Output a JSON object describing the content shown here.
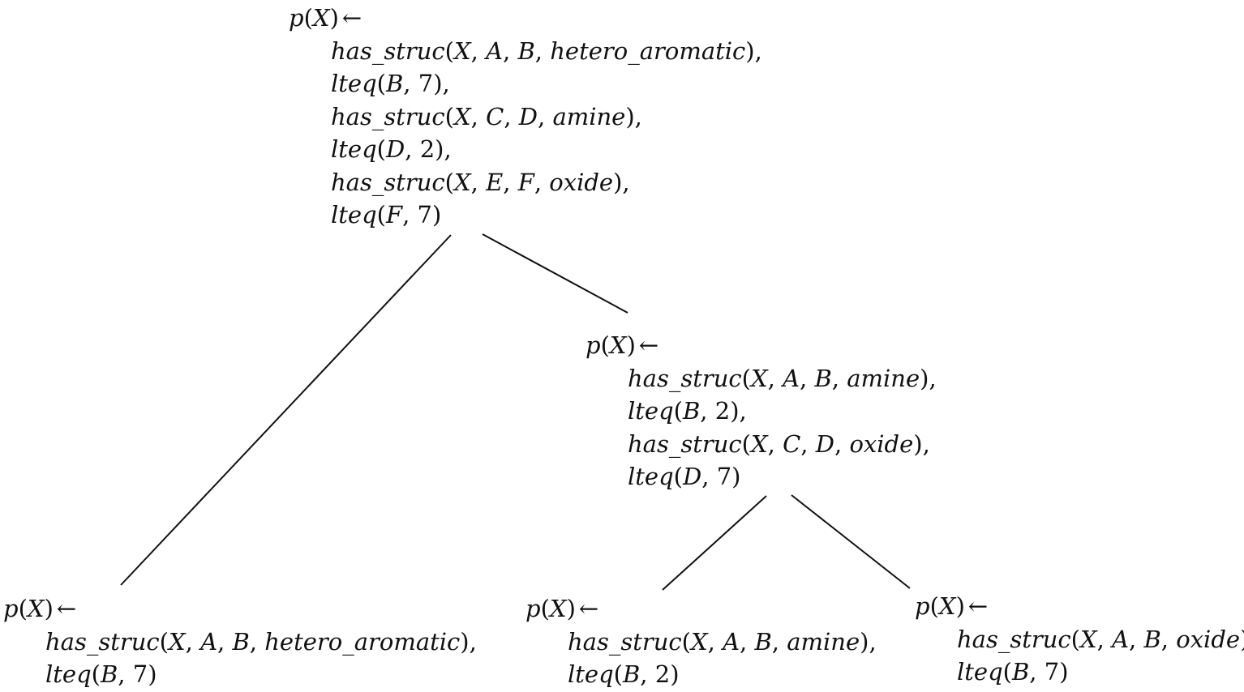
{
  "diagram": {
    "nodes": [
      {
        "id": "root",
        "head": {
          "pred": "p",
          "args": "X",
          "arrow": "←"
        },
        "body": [
          {
            "pred": "has_struc",
            "args": [
              "X",
              "A",
              "B",
              "hetero_aromatic"
            ],
            "trail": "),"
          },
          {
            "pred": "lteq",
            "args": [
              "B",
              "7"
            ],
            "trail": "),"
          },
          {
            "pred": "has_struc",
            "args": [
              "X",
              "C",
              "D",
              "amine"
            ],
            "trail": "),"
          },
          {
            "pred": "lteq",
            "args": [
              "D",
              "2"
            ],
            "trail": "),"
          },
          {
            "pred": "has_struc",
            "args": [
              "X",
              "E",
              "F",
              "oxide"
            ],
            "trail": "),"
          },
          {
            "pred": "lteq",
            "args": [
              "F",
              "7"
            ],
            "trail": ")"
          }
        ]
      },
      {
        "id": "middle",
        "head": {
          "pred": "p",
          "args": "X",
          "arrow": "←"
        },
        "body": [
          {
            "pred": "has_struc",
            "args": [
              "X",
              "A",
              "B",
              "amine"
            ],
            "trail": "),"
          },
          {
            "pred": "lteq",
            "args": [
              "B",
              "2"
            ],
            "trail": "),"
          },
          {
            "pred": "has_struc",
            "args": [
              "X",
              "C",
              "D",
              "oxide"
            ],
            "trail": "),"
          },
          {
            "pred": "lteq",
            "args": [
              "D",
              "7"
            ],
            "trail": ")"
          }
        ]
      },
      {
        "id": "left",
        "head": {
          "pred": "p",
          "args": "X",
          "arrow": "←"
        },
        "body": [
          {
            "pred": "has_struc",
            "args": [
              "X",
              "A",
              "B",
              "hetero_aromatic"
            ],
            "trail": "),"
          },
          {
            "pred": "lteq",
            "args": [
              "B",
              "7"
            ],
            "trail": ")"
          }
        ]
      },
      {
        "id": "bottom-middle",
        "head": {
          "pred": "p",
          "args": "X",
          "arrow": "←"
        },
        "body": [
          {
            "pred": "has_struc",
            "args": [
              "X",
              "A",
              "B",
              "amine"
            ],
            "trail": "),"
          },
          {
            "pred": "lteq",
            "args": [
              "B",
              "2"
            ],
            "trail": ")"
          }
        ]
      },
      {
        "id": "bottom-right",
        "head": {
          "pred": "p",
          "args": "X",
          "arrow": "←"
        },
        "body": [
          {
            "pred": "has_struc",
            "args": [
              "X",
              "A",
              "B",
              "oxide"
            ],
            "trail": "),"
          },
          {
            "pred": "lteq",
            "args": [
              "B",
              "7"
            ],
            "trail": ")"
          }
        ]
      }
    ],
    "edges": [
      {
        "from": "root",
        "to": "left"
      },
      {
        "from": "root",
        "to": "middle"
      },
      {
        "from": "middle",
        "to": "bottom-middle"
      },
      {
        "from": "middle",
        "to": "bottom-right"
      }
    ]
  }
}
